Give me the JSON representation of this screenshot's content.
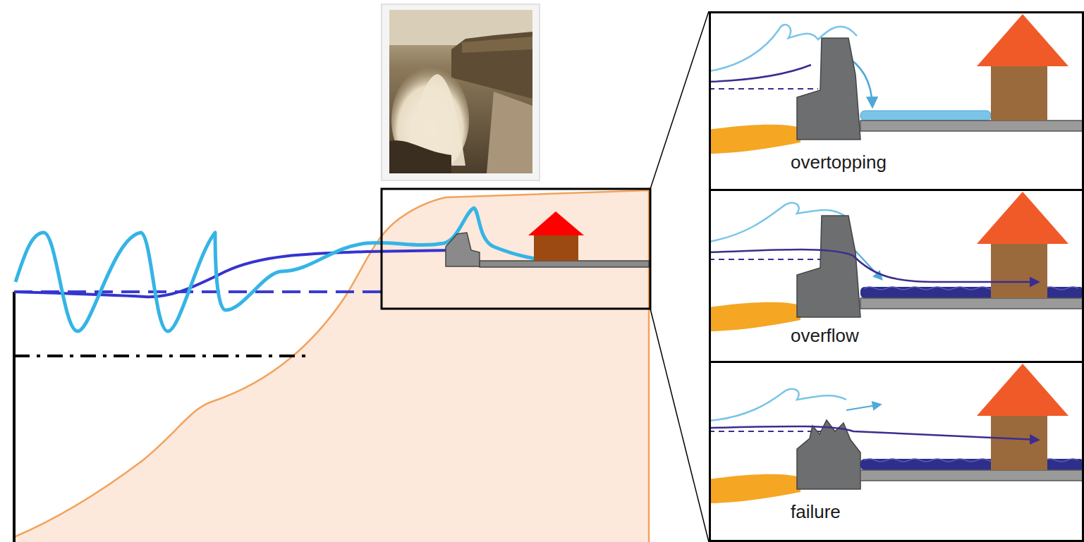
{
  "diagram": {
    "nodes": [
      {
        "text": [
          "overtopping"
        ]
      },
      {
        "text": [
          "overflow"
        ]
      },
      {
        "text": [
          "failure"
        ]
      }
    ]
  }
}
